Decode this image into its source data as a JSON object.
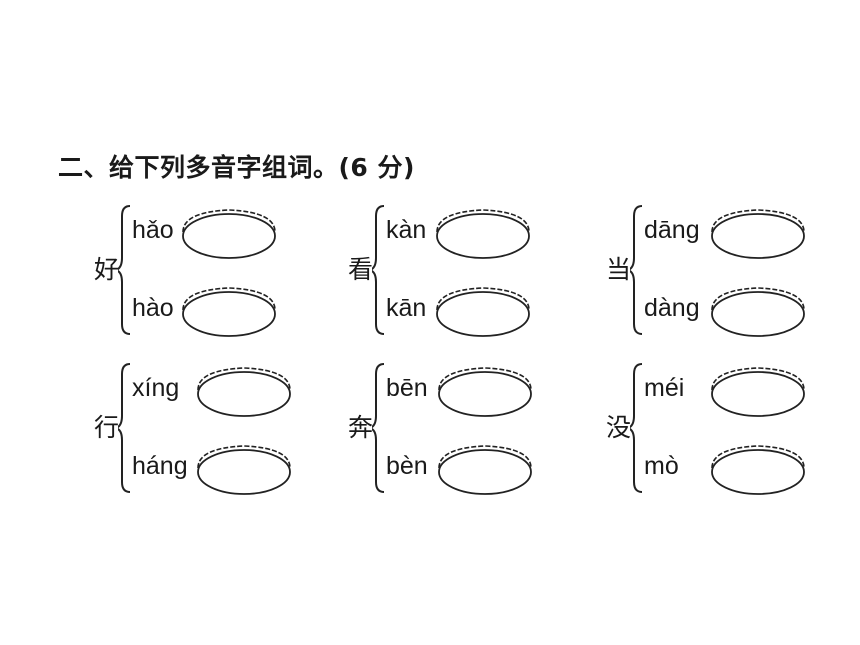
{
  "title": "二、给下列多音字组词。(6 分)",
  "groups": [
    {
      "char": "好",
      "top_pinyin": "hǎo",
      "bottom_pinyin": "hào"
    },
    {
      "char": "看",
      "top_pinyin": "kàn",
      "bottom_pinyin": "kān"
    },
    {
      "char": "当",
      "top_pinyin": "dāng",
      "bottom_pinyin": "dàng"
    },
    {
      "char": "行",
      "top_pinyin": "xíng",
      "bottom_pinyin": "háng"
    },
    {
      "char": "奔",
      "top_pinyin": "bēn",
      "bottom_pinyin": "bèn"
    },
    {
      "char": "没",
      "top_pinyin": "méi",
      "bottom_pinyin": "mò"
    }
  ]
}
